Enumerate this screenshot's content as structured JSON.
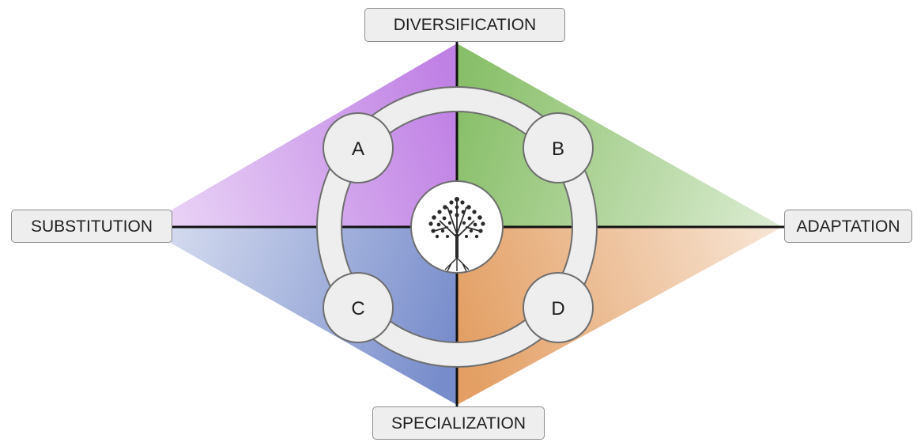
{
  "axes": {
    "top": "DIVERSIFICATION",
    "left": "SUBSTITUTION",
    "right": "ADAPTATION",
    "bottom": "SPECIALIZATION"
  },
  "nodes": {
    "a": "A",
    "b": "B",
    "c": "C",
    "d": "D"
  },
  "colors": {
    "quadrant_a": "#b56be0",
    "quadrant_b": "#74b44f",
    "quadrant_c": "#5f78c2",
    "quadrant_d": "#de8e48",
    "ring_fill": "#eeeeee",
    "ring_stroke": "#6e6e6e",
    "axis_line": "#111111"
  },
  "center_icon": "tree-icon"
}
